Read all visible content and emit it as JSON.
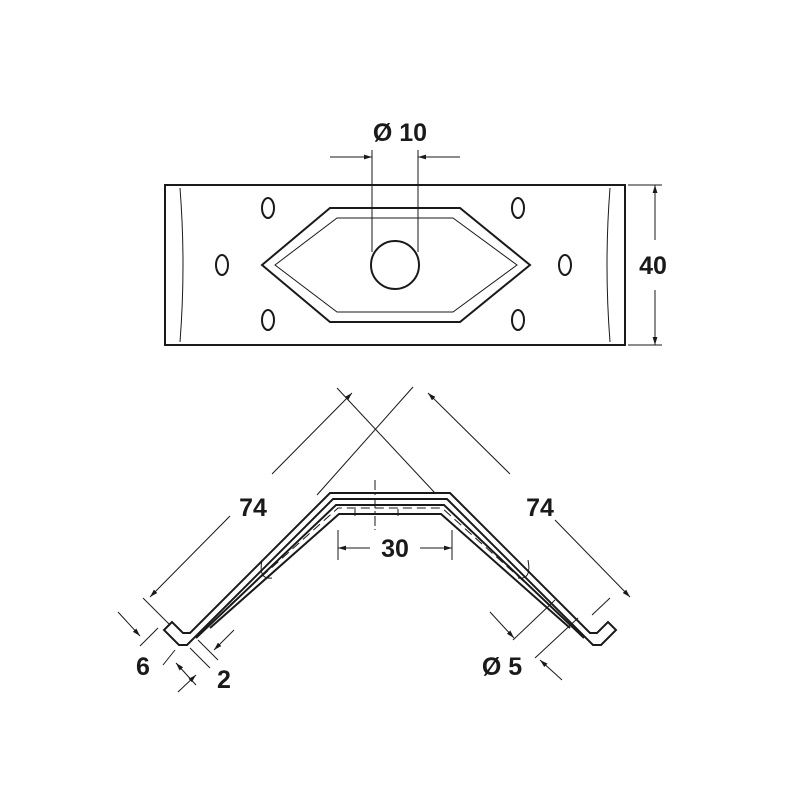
{
  "title": "Angle bracket technical drawing",
  "dimensions": {
    "hole_diameter": "Ø 10",
    "height": "40",
    "leg_left": "74",
    "leg_right": "74",
    "flat_width": "30",
    "lip": "6",
    "thickness": "2",
    "screw_hole": "Ø 5"
  },
  "colors": {
    "line": "#1a1a1a",
    "background": "#ffffff"
  }
}
